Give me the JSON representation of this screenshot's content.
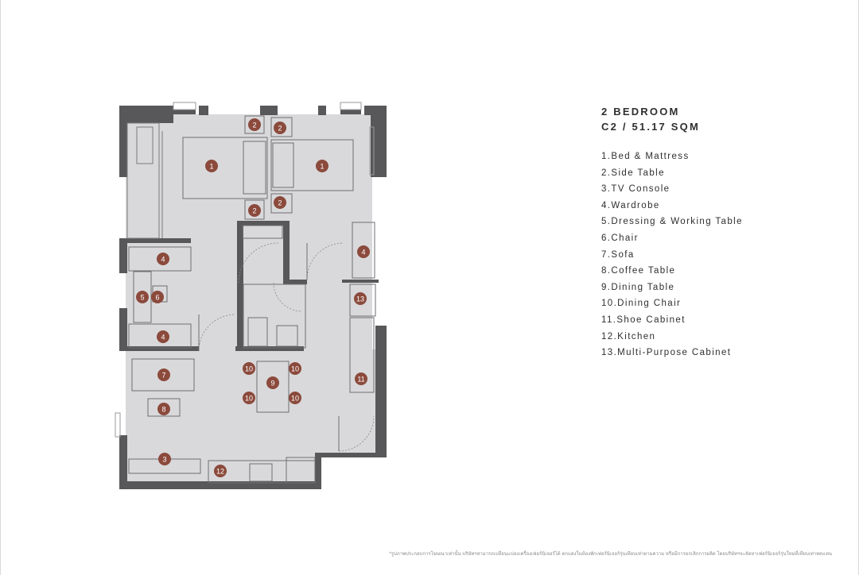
{
  "unit": {
    "type": "2 BEDROOM",
    "code_area": "C2 / 51.17 SQM"
  },
  "legend": [
    "1.Bed & Mattress",
    "2.Side Table",
    "3.TV Console",
    "4.Wardrobe",
    "5.Dressing & Working Table",
    "6.Chair",
    "7.Sofa",
    "8.Coffee Table",
    "9.Dining Table",
    "10.Dining Chair",
    "11.Shoe Cabinet",
    "12.Kitchen",
    "13.Multi-Purpose Cabinet"
  ],
  "markers": [
    "1",
    "1",
    "2",
    "2",
    "2",
    "2",
    "4",
    "4",
    "4",
    "5",
    "6",
    "13",
    "7",
    "8",
    "9",
    "10",
    "10",
    "10",
    "10",
    "11",
    "3",
    "12"
  ],
  "footnote": "*รูปภาพประกอบการโฆษณาเท่านั้น บริษัทฯสามารถเปลี่ยนแปลงเครื่องเฟอร์นิเจอร์ได้ ตกแต่งในห้องพักเฟอร์นิเจอร์รุ่นเทียบเท่าตามความ หรือมีการยกเลิกการผลิต โดยบริษัทฯจะจัดหาเฟอร์นิเจอร์รุ่นใหม่ที่เทียบเท่าทดแทน",
  "colors": {
    "wall": "#58585a",
    "floor": "#d9d9db",
    "line": "#6e6e70",
    "marker": "#8b4a3c",
    "text": "#2f2f2f"
  }
}
